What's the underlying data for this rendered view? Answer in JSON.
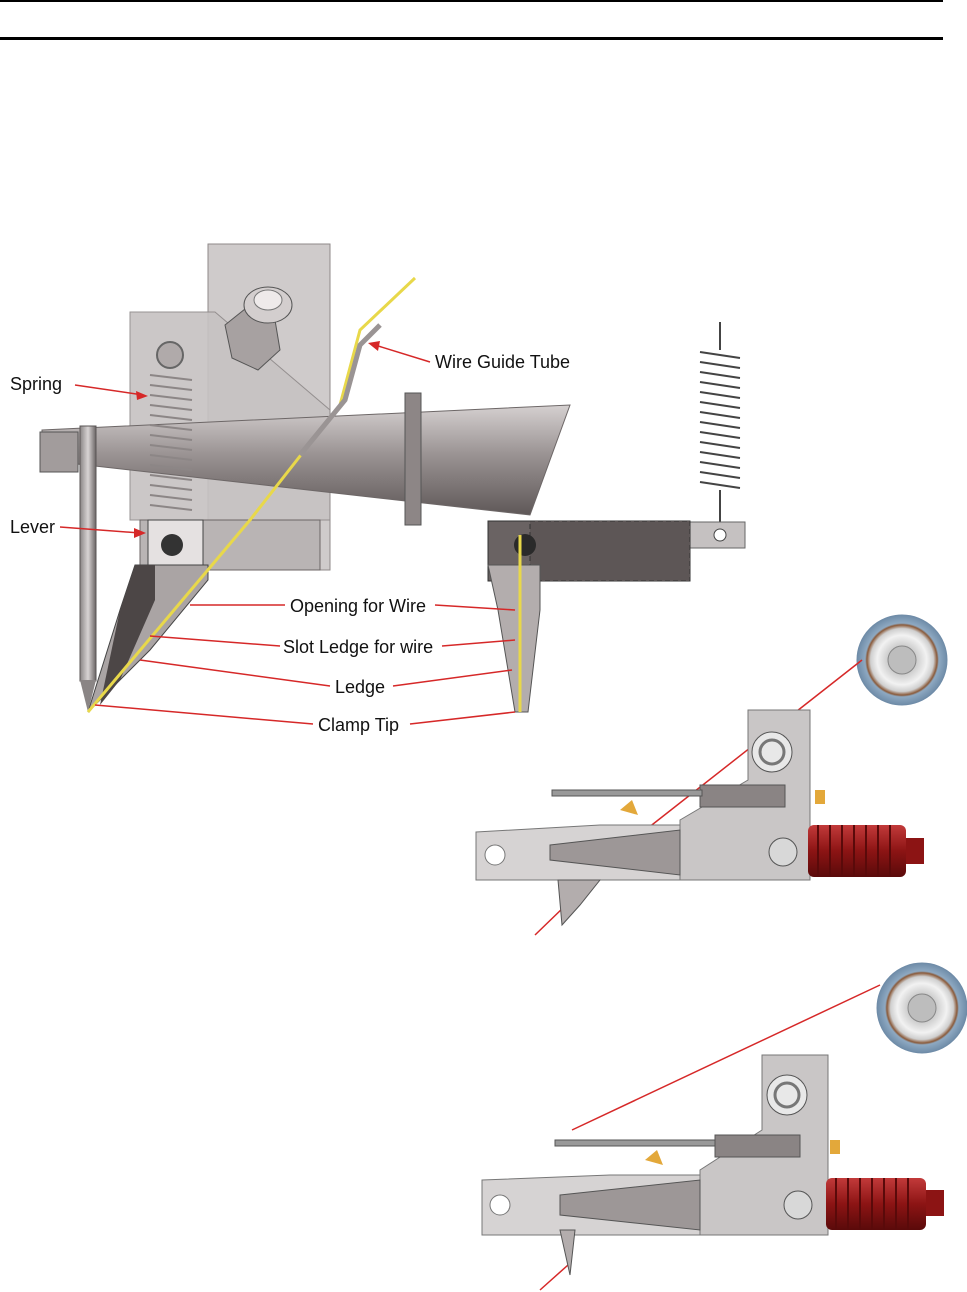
{
  "labels": {
    "spring": "Spring",
    "lever": "Lever",
    "wire_guide_tube": "Wire Guide Tube",
    "opening_for_wire": "Opening for Wire",
    "slot_ledge_for_wire": "Slot Ledge for wire",
    "ledge": "Ledge",
    "clamp_tip": "Clamp Tip"
  },
  "colors": {
    "callout_line": "#d62828",
    "wire": "#e8d84a",
    "steel": "#b9b4b4",
    "dark_steel": "#5c5656",
    "red_spring": "#9e1a1a",
    "spool_blue": "#7e9bb5"
  }
}
